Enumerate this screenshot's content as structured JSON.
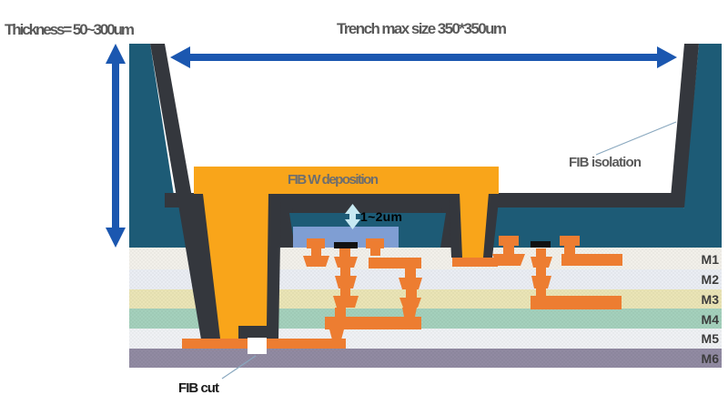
{
  "diagram": {
    "annotations": {
      "thickness": "Thickness= 50~300um",
      "trench_max_size": "Trench max size  350*350um",
      "fib_w_deposition": "FIB W deposition",
      "fib_isolation": "FIB isolation",
      "remaining_silicon": "1~2um",
      "fib_cut": "FIB cut"
    },
    "metal_layers": [
      "M1",
      "M2",
      "M3",
      "M4",
      "M5",
      "M6"
    ]
  },
  "icons": {
    "thickness_arrow": "vertical-double-arrow",
    "trench_width_arrow": "horizontal-double-arrow",
    "remaining_silicon_arrow": "small-vertical-double-arrow"
  },
  "palette": {
    "arrow_blue": "#1b57b0",
    "silicon_teal": "#1d5b76",
    "lining_dark": "#34373d",
    "w_amber": "#f9a51a",
    "metal_orange": "#ed7d31",
    "oxide_blue": "#7f9ed3",
    "diamond_cyan": "#c7e9f2",
    "label_gray": "#595959",
    "m1": "#f2f0ea",
    "m2": "#eaedf3",
    "m3": "#eae4b6",
    "m4": "#a4d0bc",
    "m5": "#eff1f4",
    "m6": "#918aa2"
  }
}
